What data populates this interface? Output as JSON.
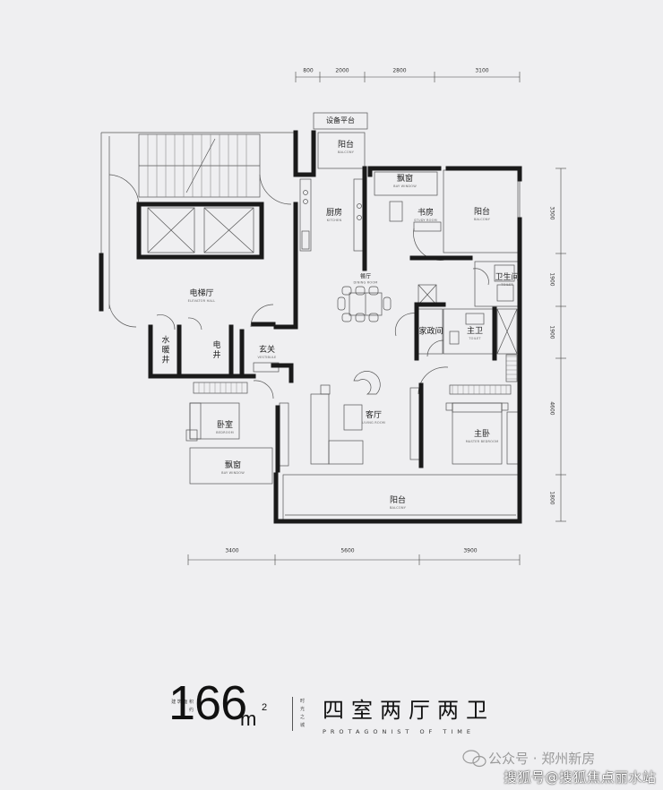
{
  "rooms": {
    "equip_platform": {
      "label": "设备平台"
    },
    "balcony_top": {
      "label": "阳台",
      "sub": "BALCONY"
    },
    "bay_window_top": {
      "label": "飘窗",
      "sub": "BAY WINDOW"
    },
    "balcony_right": {
      "label": "阳台",
      "sub": "BALCONY"
    },
    "kitchen": {
      "label": "厨房",
      "sub": "KITCHEN"
    },
    "study": {
      "label": "书房",
      "sub": "STUDY ROOM"
    },
    "dining": {
      "label": "餐厅",
      "sub": "DINING ROOM"
    },
    "bathroom": {
      "label": "卫生间",
      "sub": "TOILET"
    },
    "elevator_hall": {
      "label": "电梯厅",
      "sub": "ELEVATOR HALL"
    },
    "utility": {
      "label": "家政间"
    },
    "master_bath": {
      "label": "主卫",
      "sub": "TOILET"
    },
    "water_shaft": {
      "label": "水暖井"
    },
    "electric_shaft": {
      "label": "电井"
    },
    "foyer": {
      "label": "玄关",
      "sub": "VESTIBULE"
    },
    "living": {
      "label": "客厅",
      "sub": "LIVING ROOM"
    },
    "master_bedroom": {
      "label": "主卧",
      "sub": "MASTER BEDROOM"
    },
    "bedroom": {
      "label": "卧室",
      "sub": "BEDROOM"
    },
    "bay_window_bottom": {
      "label": "飘窗",
      "sub": "BAY WINDOW"
    },
    "balcony_bottom": {
      "label": "阳台",
      "sub": "BALCONY"
    }
  },
  "dimensions": {
    "top": [
      "800",
      "2000",
      "2800",
      "3100"
    ],
    "bottom": [
      "3400",
      "5600",
      "3900"
    ],
    "right": [
      "3300",
      "1900",
      "1900",
      "4600",
      "1800"
    ]
  },
  "footer": {
    "area_caption": "建 筑 面 积 约",
    "area_value": "166",
    "area_unit": "m",
    "area_sup": "2",
    "type_caption": "时 光 之 城",
    "type_title": "四室两厅两卫",
    "type_en": "PROTAGONIST OF TIME"
  },
  "watermark": {
    "line1": "公众号 · 郑州新房",
    "line2": "搜狐号@搜狐焦点丽水站"
  },
  "colors": {
    "background": "#efeff1",
    "wall": "#1a1a1a",
    "line": "#555555"
  }
}
